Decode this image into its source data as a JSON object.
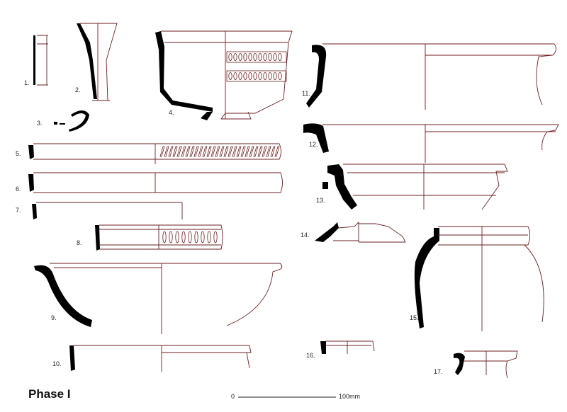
{
  "figure": {
    "title": "Phase I",
    "scale": {
      "start_label": "0",
      "end_label": "100mm"
    },
    "vessels": [
      {
        "id": 1,
        "label": "1."
      },
      {
        "id": 2,
        "label": "2."
      },
      {
        "id": 3,
        "label": "3."
      },
      {
        "id": 4,
        "label": "4."
      },
      {
        "id": 5,
        "label": "5."
      },
      {
        "id": 6,
        "label": "6."
      },
      {
        "id": 7,
        "label": "7."
      },
      {
        "id": 8,
        "label": "8."
      },
      {
        "id": 9,
        "label": "9."
      },
      {
        "id": 10,
        "label": "10."
      },
      {
        "id": 11,
        "label": "11."
      },
      {
        "id": 12,
        "label": "12."
      },
      {
        "id": 13,
        "label": "13."
      },
      {
        "id": 14,
        "label": "14."
      },
      {
        "id": 15,
        "label": "15."
      },
      {
        "id": 16,
        "label": "16."
      },
      {
        "id": 17,
        "label": "17."
      }
    ]
  }
}
